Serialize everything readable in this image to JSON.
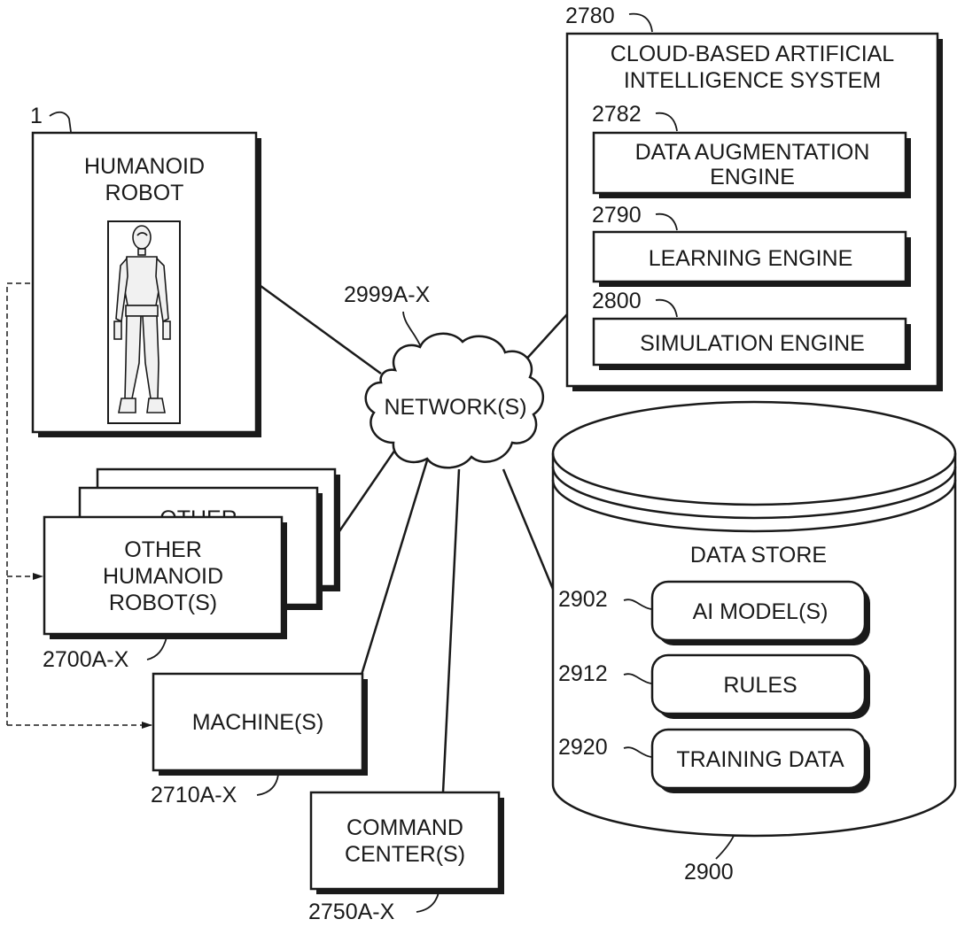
{
  "humanoid_robot": {
    "ref": "1",
    "label_line1": "HUMANOID",
    "label_line2": "ROBOT"
  },
  "other_robots": {
    "ref": "2700A-X",
    "back_label": "OTHER",
    "label_line1": "OTHER",
    "label_line2": "HUMANOID",
    "label_line3": "ROBOT(S)"
  },
  "machines": {
    "ref": "2710A-X",
    "label": "MACHINE(S)"
  },
  "command_center": {
    "ref": "2750A-X",
    "label_line1": "COMMAND",
    "label_line2": "CENTER(S)"
  },
  "network": {
    "ref": "2999A-X",
    "label": "NETWORK(S)"
  },
  "ai_system": {
    "ref": "2780",
    "title_line1": "CLOUD-BASED ARTIFICIAL",
    "title_line2": "INTELLIGENCE SYSTEM",
    "engines": [
      {
        "ref": "2782",
        "label_line1": "DATA AUGMENTATION",
        "label_line2": "ENGINE"
      },
      {
        "ref": "2790",
        "label_line1": "LEARNING ENGINE"
      },
      {
        "ref": "2800",
        "label_line1": "SIMULATION ENGINE"
      }
    ]
  },
  "data_store": {
    "ref": "2900",
    "title": "DATA STORE",
    "items": [
      {
        "ref": "2902",
        "label": "AI MODEL(S)"
      },
      {
        "ref": "2912",
        "label": "RULES"
      },
      {
        "ref": "2920",
        "label": "TRAINING DATA"
      }
    ]
  }
}
